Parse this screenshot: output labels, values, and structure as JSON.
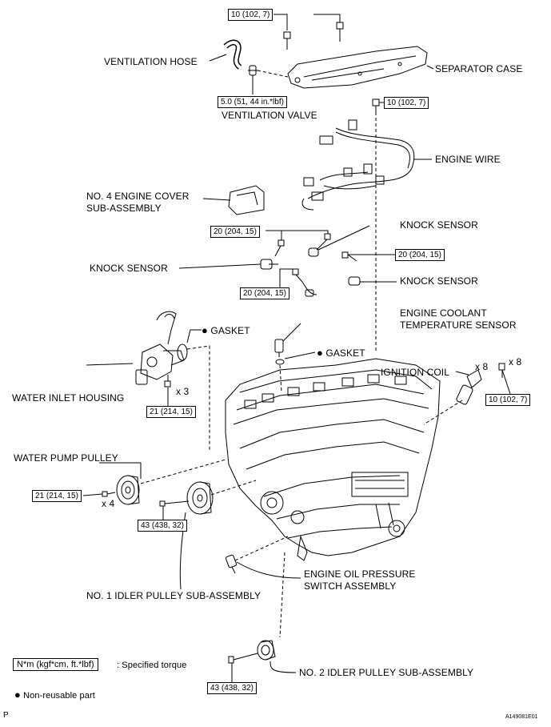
{
  "labels": {
    "ventilation_hose": "VENTILATION HOSE",
    "separator_case": "SEPARATOR CASE",
    "ventilation_valve": "VENTILATION VALVE",
    "engine_wire": "ENGINE WIRE",
    "no4_engine_cover_l1": "NO. 4 ENGINE COVER",
    "no4_engine_cover_l2": "SUB-ASSEMBLY",
    "knock_sensor_a": "KNOCK SENSOR",
    "knock_sensor_b": "KNOCK SENSOR",
    "knock_sensor_c": "KNOCK SENSOR",
    "coolant_temp_l1": "ENGINE COOLANT",
    "coolant_temp_l2": "TEMPERATURE SENSOR",
    "gasket_a": "GASKET",
    "gasket_b": "GASKET",
    "ignition_coil": "IGNITION COIL",
    "water_inlet_housing": "WATER INLET HOUSING",
    "water_pump_pulley": "WATER PUMP PULLEY",
    "no1_idler": "NO. 1 IDLER PULLEY SUB-ASSEMBLY",
    "oil_pressure_l1": "ENGINE OIL PRESSURE",
    "oil_pressure_l2": "SWITCH ASSEMBLY",
    "no2_idler": "NO. 2 IDLER PULLEY SUB-ASSEMBLY"
  },
  "torques": {
    "sep_case": "10 (102, 7)",
    "vent_valve": "5.0 (51, 44 in.*lbf)",
    "engine_wire": "10 (102, 7)",
    "knock_top": "20 (204, 15)",
    "knock_right": "20 (204, 15)",
    "knock_bottom": "20 (204, 15)",
    "water_inlet": "21 (214, 15)",
    "ignition_coil": "10 (102, 7)",
    "water_pump": "21 (214, 15)",
    "no1_idler": "43 (438, 32)",
    "no2_idler": "43 (438, 32)"
  },
  "quantities": {
    "water_inlet_bolts": "x 3",
    "ignition_coil": "x 8",
    "ignition_coil_bolts": "x 8",
    "water_pump_bolts": "x 4"
  },
  "legend": {
    "torque_unit": "N*m (kgf*cm, ft.*lbf)",
    "torque_desc": ": Specified torque",
    "bullet": "●",
    "non_reusable": "Non-reusable part"
  },
  "footer": {
    "left_mark": "P",
    "figure_code": "A149081E01"
  }
}
